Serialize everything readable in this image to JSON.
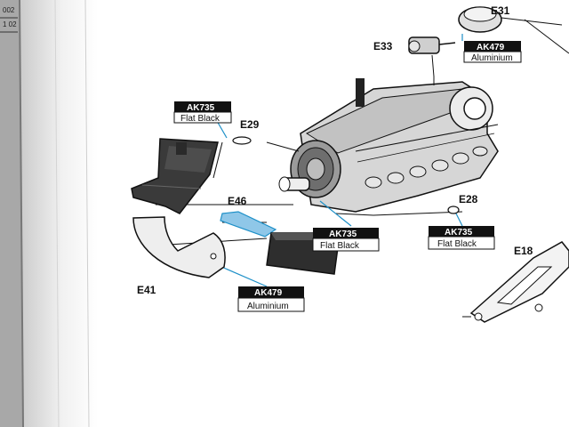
{
  "part_labels": {
    "e31": "E31",
    "e33": "E33",
    "e29": "E29",
    "e46": "E46",
    "e28": "E28",
    "e18": "E18",
    "e41": "E41"
  },
  "paint_tags": {
    "ak479_top": {
      "code": "AK479",
      "name": "Aluminium"
    },
    "ak735_left": {
      "code": "AK735",
      "name": "Flat Black"
    },
    "ak735_mid": {
      "code": "AK735",
      "name": "Flat Black"
    },
    "ak735_right": {
      "code": "AK735",
      "name": "Flat Black"
    },
    "ak479_bottom": {
      "code": "AK479",
      "name": "Aluminium"
    }
  },
  "page_edge_text": {
    "line1": "002",
    "line2": "1 02"
  },
  "colors": {
    "tag_header": "#111111",
    "tag_body": "#ffffff",
    "leader_line": "#1e90c8",
    "highlight_part": "#8fc7e8"
  }
}
